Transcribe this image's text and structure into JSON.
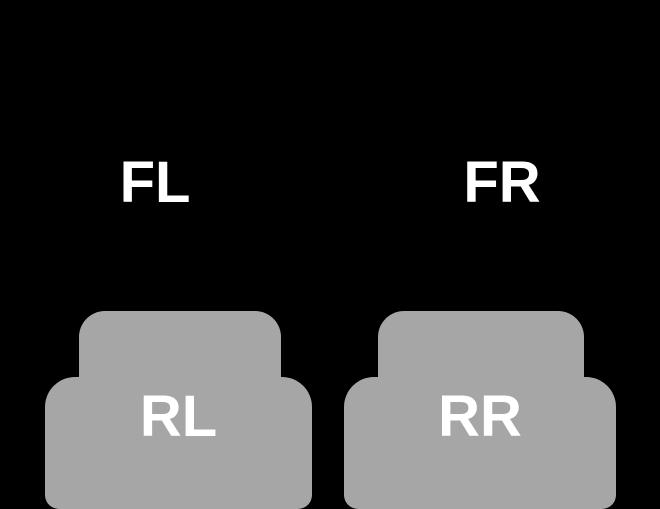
{
  "diagram": {
    "description": "car-floor-mat-position-diagram",
    "colors": {
      "background": "#000000",
      "mat_fill": "#a6a6a6",
      "label_text": "#ffffff"
    },
    "front_left": {
      "label": "FL"
    },
    "front_right": {
      "label": "FR"
    },
    "rear_left": {
      "label": "RL"
    },
    "rear_right": {
      "label": "RR"
    }
  }
}
